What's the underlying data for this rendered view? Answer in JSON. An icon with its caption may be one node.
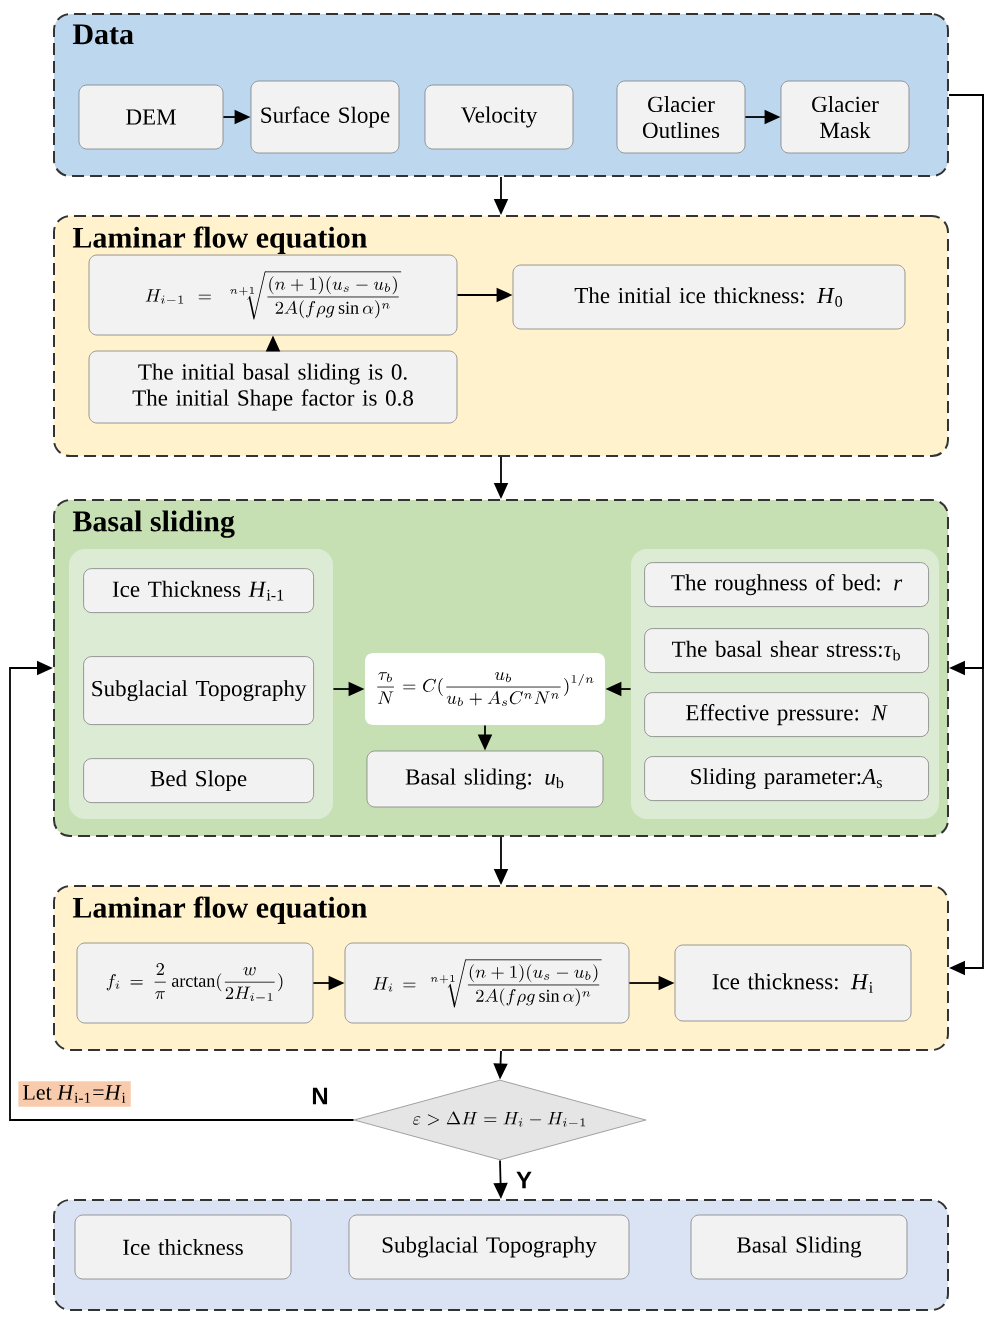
{
  "diagram": {
    "nodes": [
      {
        "text": [
          "Data"
        ]
      },
      {
        "text": [
          "DEM"
        ],
        "in": 0
      },
      {
        "text": [
          "Surface Slope"
        ],
        "in": 0
      },
      {
        "text": [
          "Velocity"
        ],
        "in": 0
      },
      {
        "text": [
          "Glacier Outlines"
        ],
        "in": 0
      },
      {
        "text": [
          "Glacier Mask"
        ],
        "in": 0
      },
      {
        "text": [
          "Laminar flow equation"
        ]
      },
      {
        "text": [
          "H_{i-1}=\\sqrt[n+1]{\\frac{(n+1)(u_s-u_b)}{2A(f\\rho g\\sin\\alpha)^n}}"
        ],
        "in": 6
      },
      {
        "text": [
          "The initial ice thickness: *H*$_{0}$"
        ],
        "in": 6
      },
      {
        "text": [
          "The initial basal sliding is 0.",
          "The initial Shape factor is 0.8"
        ],
        "in": 6
      },
      {
        "text": [
          "Basal sliding"
        ]
      },
      {
        "text": [],
        "shape": "box",
        "in": 10
      },
      {
        "text": [
          "Ice Thickness *H*$_{i-1}$"
        ],
        "in": 11
      },
      {
        "text": [
          "Subglacial Topography"
        ],
        "in": 11
      },
      {
        "text": [
          "Bed Slope"
        ],
        "in": 11
      },
      {
        "text": [
          "\\frac{\\tau_b}{N}=C(\\frac{u_b}{u_b+A_sC^nN^n})^{1/n}"
        ],
        "in": 10
      },
      {
        "text": [
          "Basal sliding: *u*$_{b}$"
        ],
        "in": 10
      },
      {
        "text": [],
        "shape": "box",
        "in": 10
      },
      {
        "text": [
          "The roughness of bed: *r*"
        ],
        "in": 17
      },
      {
        "text": [
          "The basal shear stress:*τ*$_{b}$"
        ],
        "in": 17
      },
      {
        "text": [
          "Effective pressure: *N*"
        ],
        "in": 17
      },
      {
        "text": [
          "Sliding parameter:*A*$_{s}$"
        ],
        "in": 17
      },
      {
        "text": [
          "Laminar flow equation"
        ]
      },
      {
        "text": [
          "f_i=\\frac{2}{\\pi}\\arctan(\\frac{w}{2H_{i-1}})"
        ],
        "in": 22
      },
      {
        "text": [
          "H_i=\\sqrt[n+1]{\\frac{(n+1)(u_s-u_b)}{2A(f\\rho g\\sin\\alpha)^n}}"
        ],
        "in": 22
      },
      {
        "text": [
          "Ice thickness: *H*$_{i}$"
        ],
        "in": 22
      },
      {
        "text": [
          "\\varepsilon > \\Delta H = H_i - H_{i-1}"
        ]
      },
      {
        "text": [],
        "shape": "box"
      },
      {
        "text": [
          "Ice thickness"
        ],
        "in": 27
      },
      {
        "text": [
          "Subglacial Topography"
        ],
        "in": 27
      },
      {
        "text": [
          "Basal Sliding"
        ],
        "in": 27
      }
    ],
    "edges": [
      {
        "from": 1,
        "to": 2,
        "arrow": "to"
      },
      {
        "from": 4,
        "to": 5,
        "arrow": "to"
      },
      {
        "from": 0,
        "to": 6,
        "arrow": "to"
      },
      {
        "from": 0,
        "to": 10,
        "arrow": "to"
      },
      {
        "from": 0,
        "to": 22,
        "arrow": "to"
      },
      {
        "from": 7,
        "to": 8,
        "arrow": "to"
      },
      {
        "from": 9,
        "to": 7,
        "arrow": "to"
      },
      {
        "from": 6,
        "to": 10,
        "arrow": "to"
      },
      {
        "from": 11,
        "to": 15,
        "arrow": "to"
      },
      {
        "from": 17,
        "to": 15,
        "arrow": "to"
      },
      {
        "from": 15,
        "to": 16,
        "arrow": "to"
      },
      {
        "from": 10,
        "to": 22,
        "arrow": "to"
      },
      {
        "from": 23,
        "to": 24,
        "arrow": "to"
      },
      {
        "from": 24,
        "to": 25,
        "arrow": "to"
      },
      {
        "from": 22,
        "to": 26,
        "arrow": "to"
      },
      {
        "from": 26,
        "to": 10,
        "arrow": "to",
        "label": "N"
      },
      {
        "from": 26,
        "to": 27,
        "arrow": "to",
        "label": "Y"
      }
    ],
    "labels": [
      "Let *H*$_{i-1}$=*H*$_{i}$"
    ]
  }
}
